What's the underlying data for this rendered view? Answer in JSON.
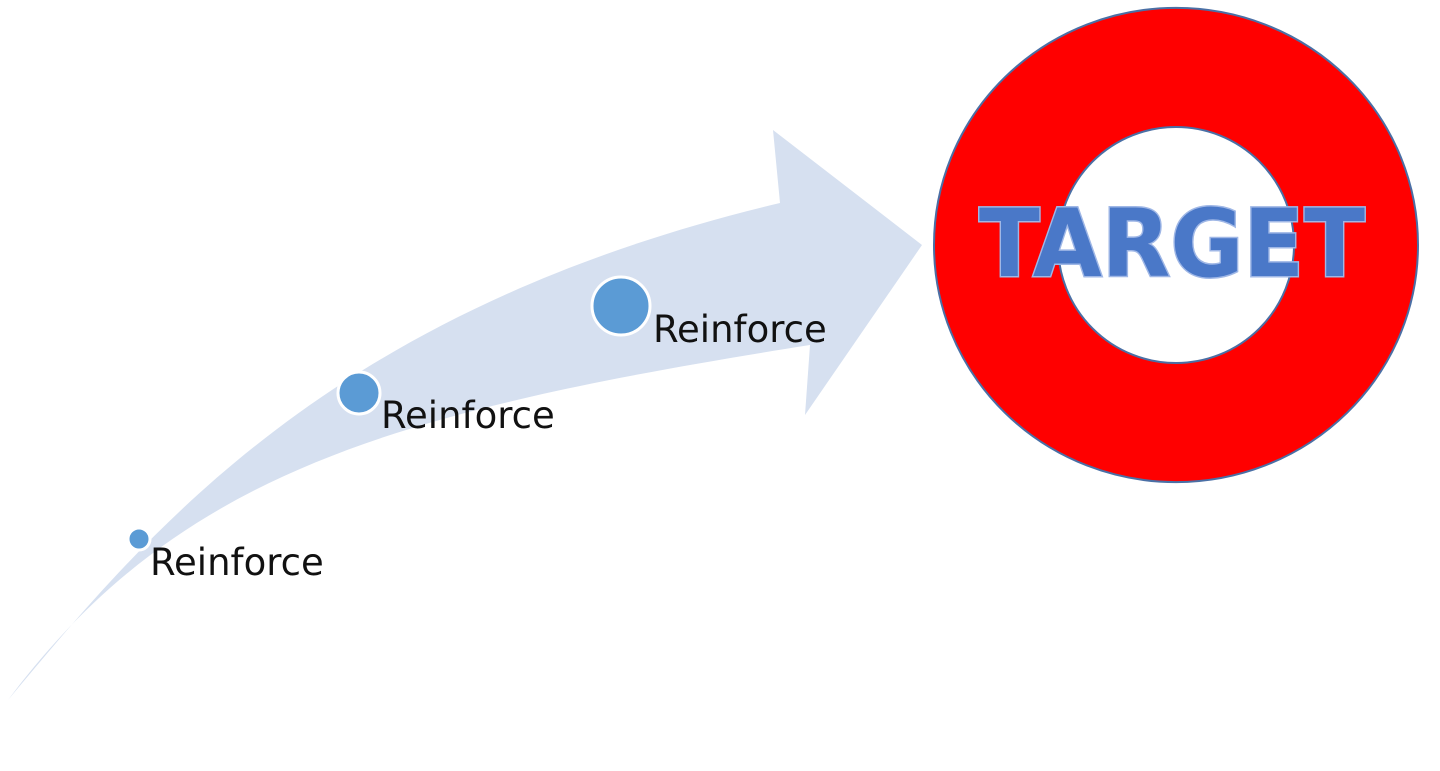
{
  "diagram": {
    "steps": [
      {
        "label": "Reinforce"
      },
      {
        "label": "Reinforce"
      },
      {
        "label": "Reinforce"
      }
    ],
    "target": {
      "label": "TARGET"
    }
  },
  "colors": {
    "arrow_fill": "#d6e0f0",
    "dot_fill": "#5b9bd5",
    "dot_stroke": "#ffffff",
    "ring_fill": "#ff0000",
    "ring_stroke": "#4a6fa5",
    "label_text": "#111111",
    "target_text": "#4a78c8"
  }
}
